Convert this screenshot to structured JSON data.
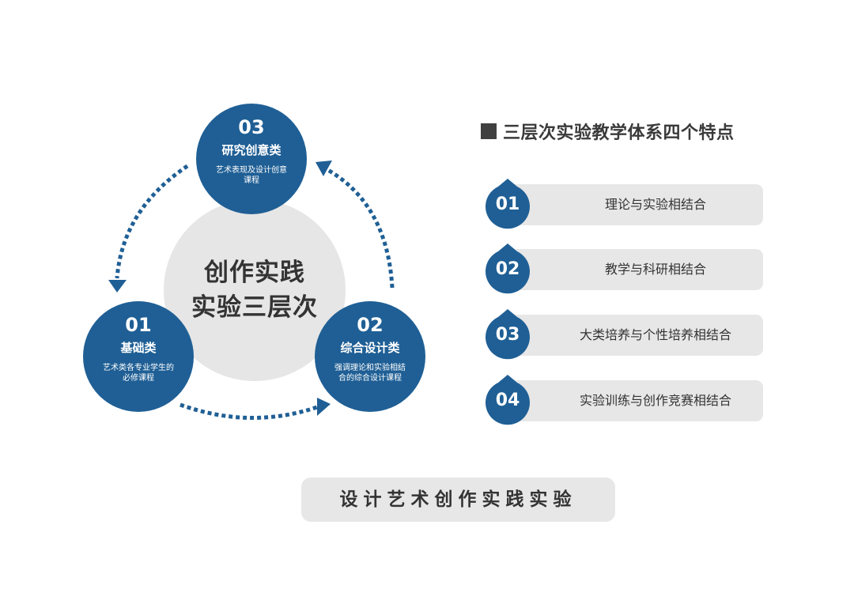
{
  "center": {
    "line1": "创作实践",
    "line2": "实验三层次"
  },
  "nodes": [
    {
      "id": "03",
      "num": "03",
      "title": "研究创意类",
      "desc": "艺术表现及设计创意课程"
    },
    {
      "id": "01",
      "num": "01",
      "title": "基础类",
      "desc": "艺术类各专业学生的必修课程"
    },
    {
      "id": "02",
      "num": "02",
      "title": "综合设计类",
      "desc": "强调理论和实验相结合的综合设计课程"
    }
  ],
  "panel": {
    "title": "三层次实验教学体系四个特点",
    "features": [
      {
        "num": "01",
        "label": "理论与实验相结合"
      },
      {
        "num": "02",
        "label": "教学与科研相结合"
      },
      {
        "num": "03",
        "label": "大类培养与个性培养相结合"
      },
      {
        "num": "04",
        "label": "实验训练与创作竞赛相结合"
      }
    ]
  },
  "banner": {
    "text": "设计艺术创作实践实验"
  },
  "colors": {
    "node_blue": "#1f5f95",
    "center_grey": "#e6e6e6",
    "bar_grey": "#e7e7e7",
    "text_dark": "#333333"
  }
}
